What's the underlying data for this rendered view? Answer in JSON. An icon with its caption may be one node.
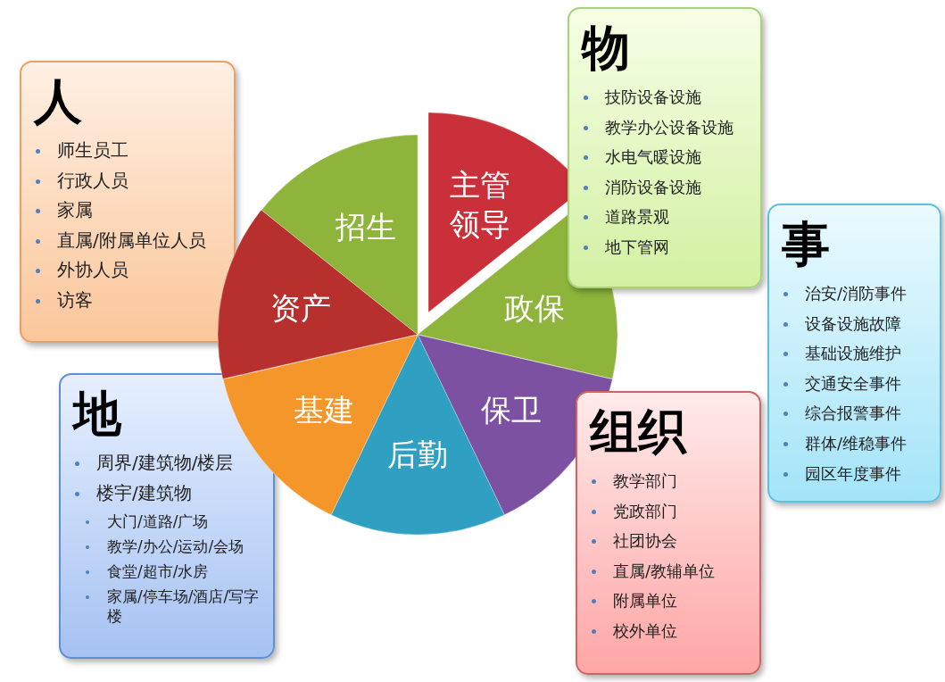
{
  "diagram": {
    "nodes": [
      {
        "text": [
          "人",
          "师生员工",
          "行政人员",
          "家属",
          "直属/附属单位人员",
          "外协人员",
          "访客"
        ]
      },
      {
        "text": [
          "物",
          "技防设备设施",
          "教学办公设备设施",
          "水电气暖设施",
          "消防设备设施",
          "道路景观",
          "地下管网"
        ]
      },
      {
        "text": [
          "事",
          "治安/消防事件",
          "设备设施故障",
          "基础设施维护",
          "交通安全事件",
          "综合报警事件",
          "群体/维稳事件",
          "园区年度事件"
        ]
      },
      {
        "text": [
          "地",
          "周界/建筑物/楼层",
          "楼宇/建筑物",
          "大门/道路/广场",
          "教学/办公/运动/会场",
          "食堂/超市/水房",
          "家属/停车场/酒店/写字楼"
        ]
      },
      {
        "text": [
          "组织",
          "教学部门",
          "党政部门",
          "社团协会",
          "直属/教辅单位",
          "附属单位",
          "校外单位"
        ]
      },
      {
        "text": [
          "主管领导"
        ]
      },
      {
        "text": [
          "政保"
        ]
      },
      {
        "text": [
          "保卫"
        ]
      },
      {
        "text": [
          "后勤"
        ]
      },
      {
        "text": [
          "基建"
        ]
      },
      {
        "text": [
          "资产"
        ]
      },
      {
        "text": [
          "招生"
        ]
      }
    ]
  }
}
